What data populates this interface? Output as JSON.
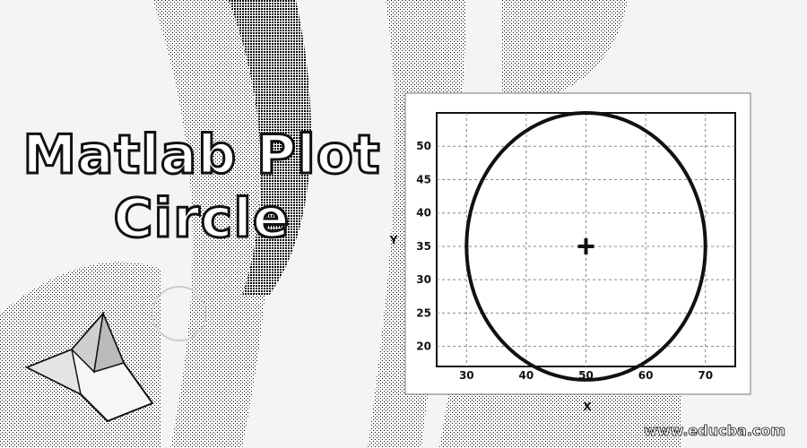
{
  "banner": {
    "title_line1": "Matlab Plot",
    "title_line2": "Circle",
    "watermark": "www.educba.com",
    "logo_icon": "matlab-membrane-logo",
    "background_icon": "abstract-stipple-swooshes"
  },
  "chart_data": {
    "type": "line",
    "title": "",
    "xlabel": "X",
    "ylabel": "Y",
    "xlim": [
      25,
      75
    ],
    "ylim": [
      17,
      55
    ],
    "x_ticks": [
      "30",
      "40",
      "50",
      "60",
      "70"
    ],
    "y_ticks": [
      "20",
      "25",
      "30",
      "35",
      "40",
      "45",
      "50"
    ],
    "grid": true,
    "series": [
      {
        "shape": "circle",
        "center": [
          50,
          35
        ],
        "radius": 20
      }
    ],
    "center_marker": {
      "x": 50,
      "y": 35,
      "symbol": "+"
    },
    "colors": {
      "line": "#111111",
      "grid": "#888888"
    }
  }
}
